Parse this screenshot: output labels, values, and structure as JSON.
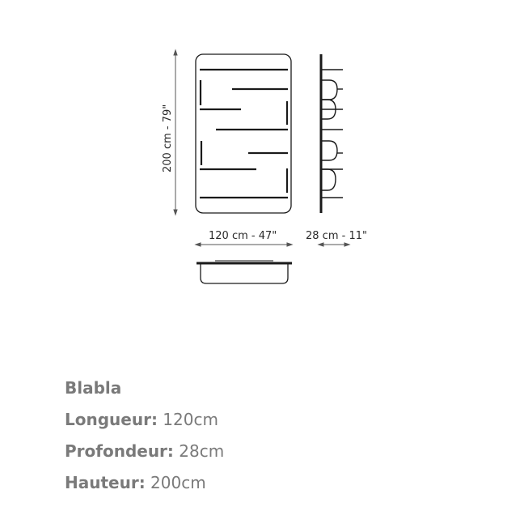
{
  "drawing": {
    "height_label": "200 cm - 79\"",
    "width_label": "120 cm - 47\"",
    "depth_label": "28 cm - 11\"",
    "views": [
      "front-view",
      "side-view",
      "top-view"
    ],
    "line_color": "#1a1a1a",
    "dim_line_color": "#555555"
  },
  "specs": {
    "title": "Blabla",
    "items": [
      {
        "key": "Longueur:",
        "value": " 120cm"
      },
      {
        "key": "Profondeur:",
        "value": " 28cm"
      },
      {
        "key": "Hauteur:",
        "value": " 200cm"
      }
    ],
    "text_color": "#7a7a7a"
  }
}
